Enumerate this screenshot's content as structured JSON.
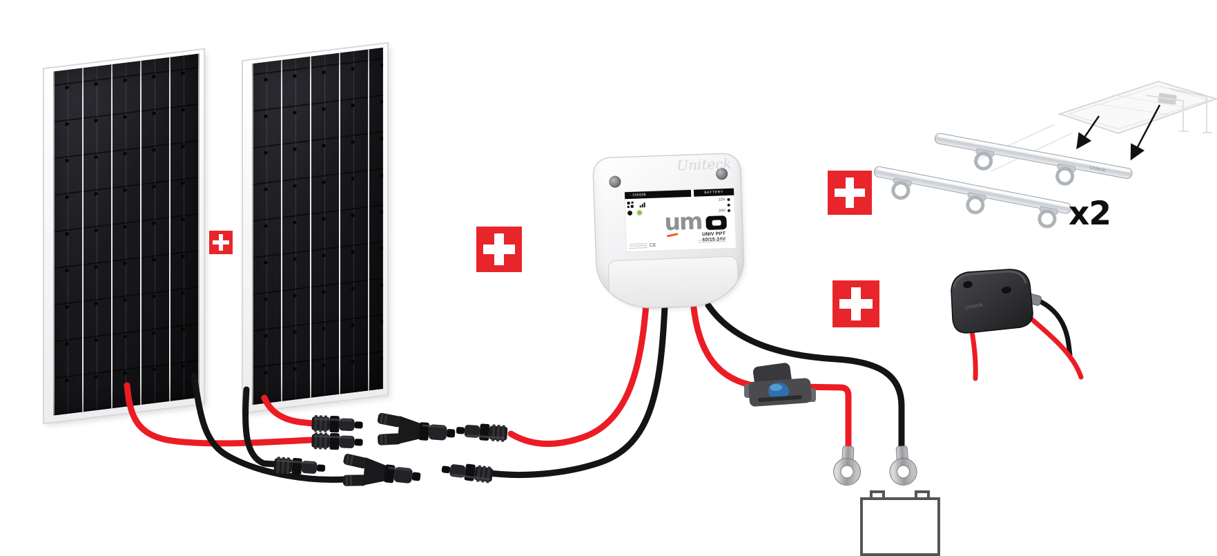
{
  "labels": {
    "multiplier": "x2"
  },
  "controller": {
    "brand": "Uniteck",
    "serial": "- 245938",
    "battery_label": "BATTERY",
    "v12": "12V",
    "v24": "24V",
    "logo": "um",
    "cert": "CE",
    "model1": "UNIV PPT",
    "model2": "60/15 24V"
  },
  "gland": {
    "brand": "Uniteck"
  },
  "rails": {
    "brand": "Uniteck"
  },
  "colors": {
    "plus_red": "#e8252b",
    "wire_red": "#ec1c24",
    "wire_black": "#141414",
    "led_green": "#8cc63f",
    "logo_gray": "#8f9194",
    "accent_orange": "#f15a24",
    "panel_cell": "#1a1a1e"
  }
}
